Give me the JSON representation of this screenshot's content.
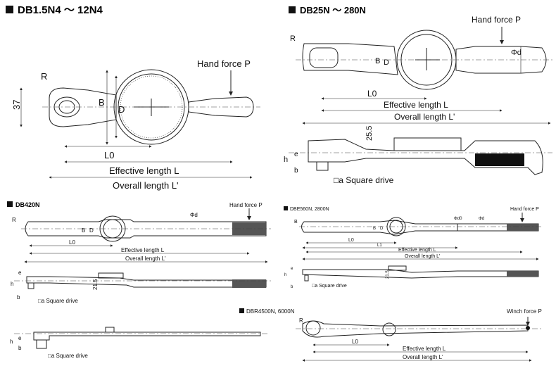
{
  "sections": [
    {
      "title": "DB1.5N4 ～ 12N4",
      "force": "Hand force P",
      "labels": {
        "r": "R",
        "h37": "37",
        "b": "B",
        "d": "D",
        "l0": "L0",
        "eff": "Effective length L",
        "overall": "Overall length L'"
      }
    },
    {
      "title": "DB25N ～ 280N",
      "force": "Hand force P",
      "labels": {
        "r": "R",
        "b": "B",
        "d": "D",
        "phid": "Φd",
        "l0": "L0",
        "eff": "Effective length L",
        "overall": "Overall length L'",
        "h255": "25.5",
        "h": "h",
        "e": "e",
        "bb": "b",
        "square": "□a Square drive"
      }
    },
    {
      "title": "DB420N",
      "force": "Hand force P",
      "labels": {
        "r": "R",
        "b": "B",
        "d": "D",
        "phid": "Φd",
        "l0": "L0",
        "eff": "Effective length L",
        "overall": "Overall length L'",
        "e": "e",
        "h": "h",
        "bb": "b",
        "h215": "21.5",
        "square": "□a Square drive"
      }
    },
    {
      "title": "DBE560N, 2800N",
      "force": "Hand force P",
      "labels": {
        "r": "B",
        "b": "B",
        "d": "D",
        "phid0": "Φd0",
        "phid": "Φd",
        "l0": "L0",
        "l1": "L1",
        "eff": "Effective length L",
        "overall": "Overall length L'",
        "e": "e",
        "h": "h",
        "bb": "b",
        "h215": "21.5",
        "square": "□a Square drive"
      }
    },
    {
      "title": "DBR4500N, 6000N",
      "force": "Winch force P",
      "labels": {
        "r": "R",
        "l0": "L0",
        "eff": "Effective length L",
        "overall": "Overall length L'",
        "h": "h",
        "e": "e",
        "bb": "b",
        "square": "□a Square drive"
      }
    }
  ]
}
